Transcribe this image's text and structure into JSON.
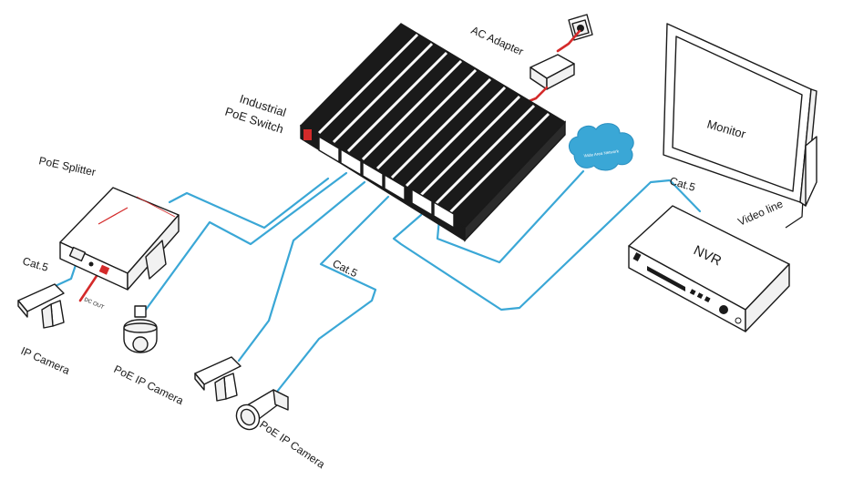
{
  "labels": {
    "ac_adapter": "AC Adapter",
    "switch_line1": "Industrial",
    "switch_line2": "PoE Switch",
    "monitor": "Monitor",
    "poe_splitter": "PoE Splitter",
    "nvr": "NVR",
    "video_line": "Video line",
    "cat5_left": "Cat.5",
    "cat5_middle": "Cat.5",
    "cat5_right": "Cat.5",
    "dc_out": "DC OUT",
    "ip_camera": "IP Camera",
    "poe_ip_camera_dome": "PoE IP Camera",
    "poe_ip_camera_bottom": "PoE IP Camera",
    "cloud": "Wide Area Network"
  },
  "colors": {
    "cable": "#3aa7d6",
    "power": "#d42a2a",
    "outline": "#1a1a1a"
  }
}
